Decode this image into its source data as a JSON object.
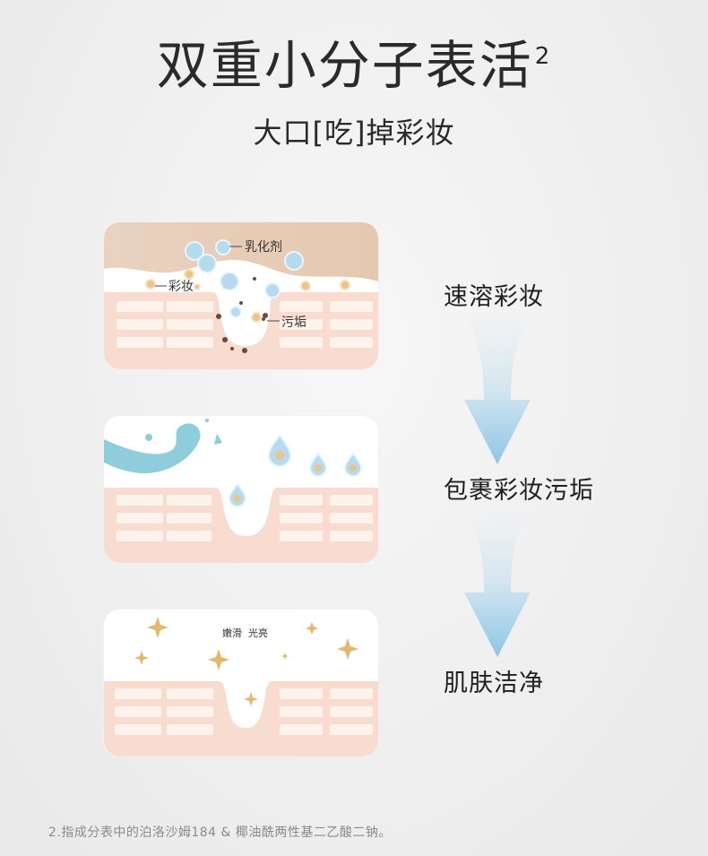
{
  "header": {
    "title": "双重小分子表活",
    "title_superscript": "2",
    "subtitle": "大口[吃]掉彩妆"
  },
  "panels": {
    "panel1": {
      "emulsifier_label": "乳化剂",
      "makeup_label": "彩妆",
      "dirt_label": "污垢"
    },
    "panel3": {
      "caption": "嫩滑  光亮"
    }
  },
  "steps": [
    {
      "label": "速溶彩妆"
    },
    {
      "label": "包裹彩妆污垢"
    },
    {
      "label": "肌肤洁净"
    }
  ],
  "footnote": "2.指成分表中的泊洛沙姆184 & 椰油酰两性基二乙酸二钠。",
  "colors": {
    "skin": "#f9d9cc",
    "skin_cell": "#fdf0ea",
    "makeup_layer": "#ecd2bd",
    "water": "#8fcddd",
    "bubble": "#a9d3ea",
    "gold": "#e9c07a",
    "arrow_top": "#eef3f6",
    "arrow_bottom": "#8ec6e6"
  }
}
